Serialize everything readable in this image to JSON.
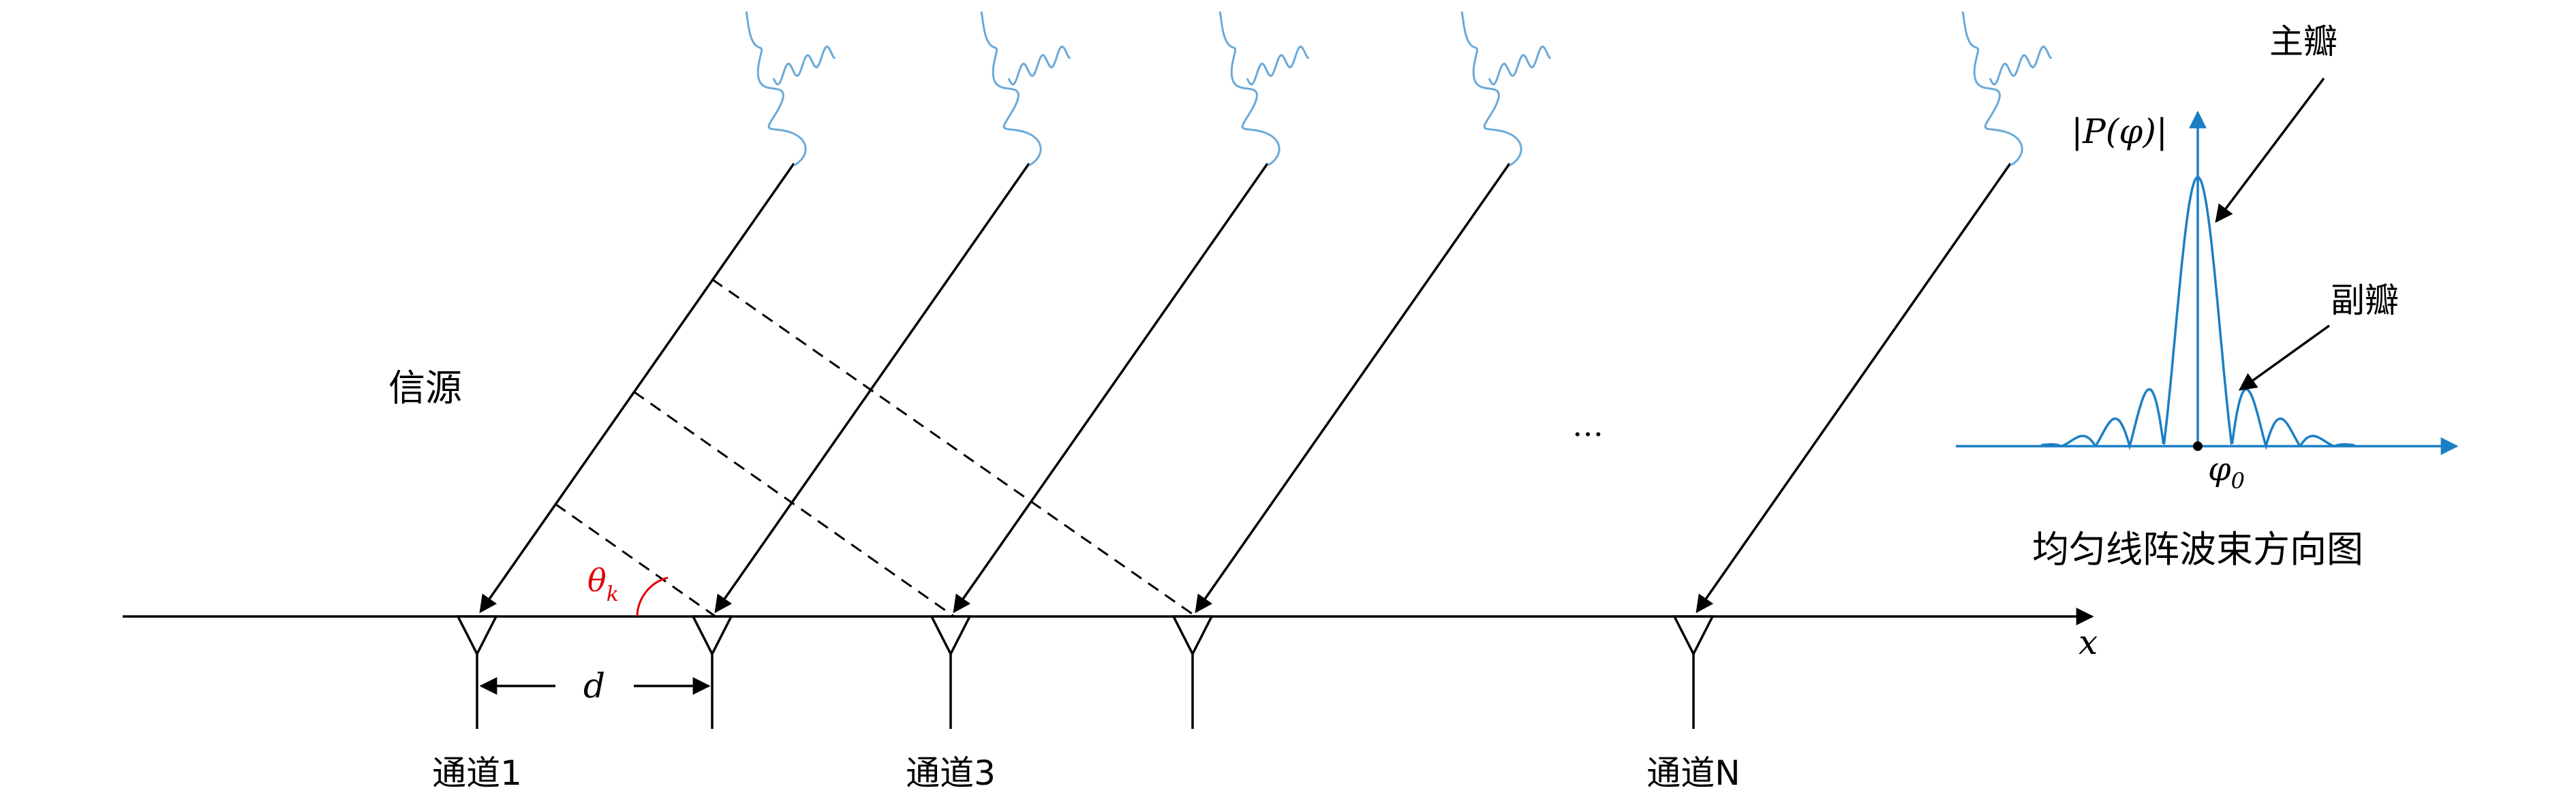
{
  "labels": {
    "source": "信源",
    "dots": "…",
    "theta_symbol": "θ",
    "theta_sub": "k",
    "spacing": "d",
    "axis_x": "x"
  },
  "channels": [
    {
      "label": "通道1"
    },
    {
      "label": "通道3"
    },
    {
      "label": "通道N"
    }
  ],
  "inset": {
    "title": "均匀线阵波束方向图",
    "ylabel": "|P(φ)|",
    "origin_symbol": "φ",
    "origin_sub": "0",
    "main_lobe": "主瓣",
    "side_lobe": "副瓣"
  },
  "colors": {
    "line": "#000000",
    "angle": "#e00000",
    "pattern": "#1b7fc4",
    "wave": "#6aaad9"
  }
}
